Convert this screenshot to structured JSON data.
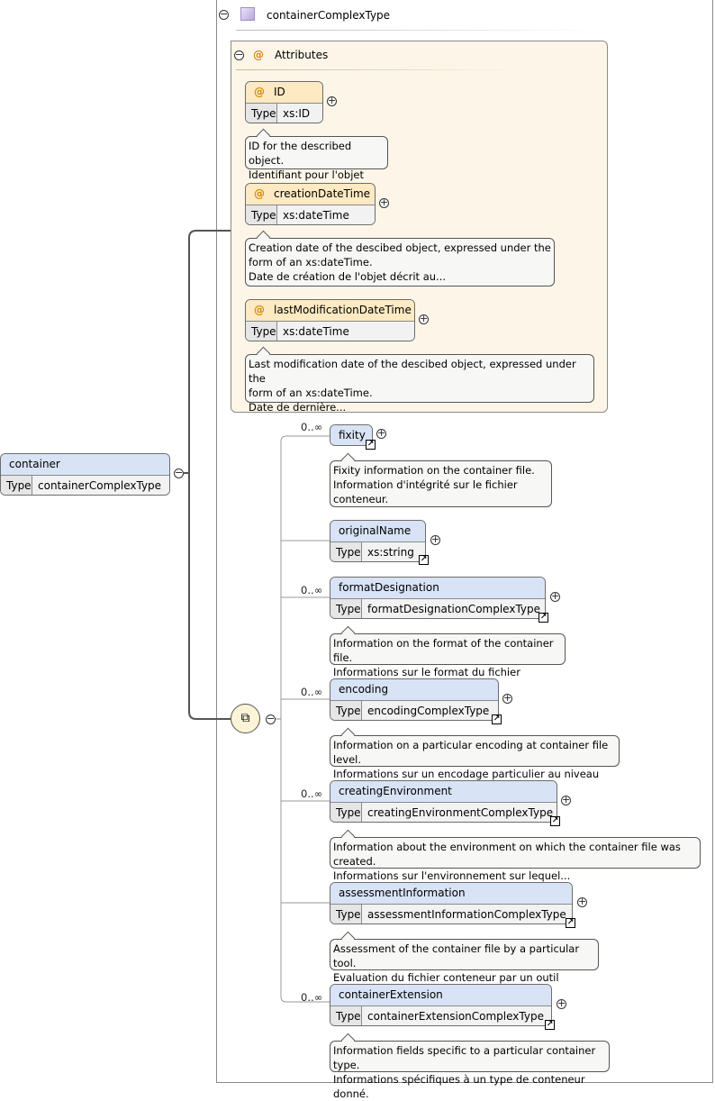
{
  "complex_type": {
    "name": "containerComplexType"
  },
  "attributes_group": {
    "label": "Attributes"
  },
  "type_label": "Type",
  "attributes": [
    {
      "name": "ID",
      "type": "xs:ID",
      "doc": "ID for the described object.\nIdentifiant pour l'objet décrit."
    },
    {
      "name": "creationDateTime",
      "type": "xs:dateTime",
      "doc": "Creation date of the descibed object, expressed under the\nform of an xs:dateTime.\nDate de création de l'objet décrit au..."
    },
    {
      "name": "lastModificationDateTime",
      "type": "xs:dateTime",
      "doc": "Last modification date of the descibed object, expressed under the\nform of an xs:dateTime.\nDate de dernière..."
    }
  ],
  "root": {
    "name": "container",
    "type": "containerComplexType"
  },
  "elements": [
    {
      "name": "fixity",
      "cardinality": "0..∞",
      "doc": "Fixity information on the container file.\nInformation d'intégrité sur le fichier\nconteneur."
    },
    {
      "name": "originalName",
      "type": "xs:string"
    },
    {
      "name": "formatDesignation",
      "cardinality": "0..∞",
      "type": "formatDesignationComplexType",
      "doc": "Information on the format of the container file.\nInformations sur le format du fichier conteneur."
    },
    {
      "name": "encoding",
      "cardinality": "0..∞",
      "type": "encodingComplexType",
      "doc": "Information on a particular encoding at container file level.\nInformations sur un encodage particulier au niveau du..."
    },
    {
      "name": "creatingEnvironment",
      "cardinality": "0..∞",
      "type": "creatingEnvironmentComplexType",
      "doc": "Information about the environment on which the container file was created.\nInformations sur l'environnement sur lequel..."
    },
    {
      "name": "assessmentInformation",
      "type": "assessmentInformationComplexType",
      "doc": "Assessment of the container file by a particular tool.\nEvaluation du fichier conteneur par un outil particulier."
    },
    {
      "name": "containerExtension",
      "cardinality": "0..∞",
      "type": "containerExtensionComplexType",
      "doc": "Information fields specific to a particular container type.\nInformations spécifiques à un type de conteneur donné."
    }
  ]
}
